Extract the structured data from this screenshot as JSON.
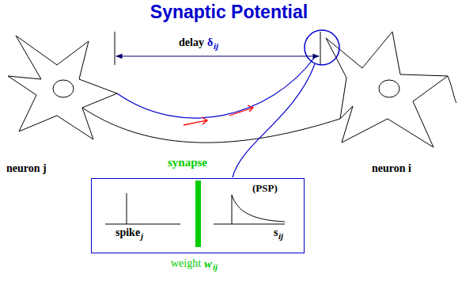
{
  "diagram": {
    "title": "Synaptic Potential",
    "nodes": [
      {
        "text": [
          "spike",
          "j",
          "(PSP)",
          "s",
          "ij"
        ]
      }
    ],
    "labels": [
      "delay",
      "δ",
      "ij",
      "neuron j",
      "synapse",
      "neuron i",
      "weight",
      "w",
      "ij"
    ]
  }
}
